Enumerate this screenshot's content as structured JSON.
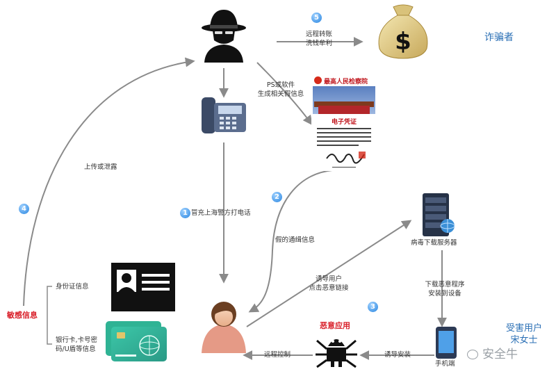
{
  "title": "诈骗者",
  "victim_title_line1": "受害用户",
  "victim_title_line2": "宋女士",
  "watermark": "安全牛",
  "steps": {
    "s1": {
      "num": "1",
      "label": "冒充上海警方打电话"
    },
    "s2": {
      "num": "2",
      "label": "假的通缉信息"
    },
    "s3": {
      "num": "3",
      "label": "恶意应用"
    },
    "s4": {
      "num": "4",
      "label": "敏感信息"
    },
    "s5": {
      "num": "5",
      "label_line1": "远程转账",
      "label_line2": "洗钱牟利"
    }
  },
  "edges": {
    "ps_line1": "PS或软件",
    "ps_line2": "生成相关假信息",
    "upload": "上传或泄露",
    "lure_line1": "诱导用户",
    "lure_line2": "点击恶意链接",
    "download_line1": "下载恶意程序",
    "download_line2": "安装到设备",
    "induce_install": "诱导安装",
    "remote_control": "远程控制"
  },
  "nodes": {
    "server": "病毒下载服务器",
    "phone": "手机端",
    "id_info": "身份证信息",
    "bank_line1": "银行卡,卡号密",
    "bank_line2": "码/U盾等信息"
  },
  "certificate": {
    "header": "最高人民检察院",
    "title": "电子凭证"
  },
  "colors": {
    "arrow": "#8a8a8a",
    "number_badge": "#2a86e0",
    "alert_red": "#d9202a",
    "title_blue": "#2a6fb5"
  }
}
